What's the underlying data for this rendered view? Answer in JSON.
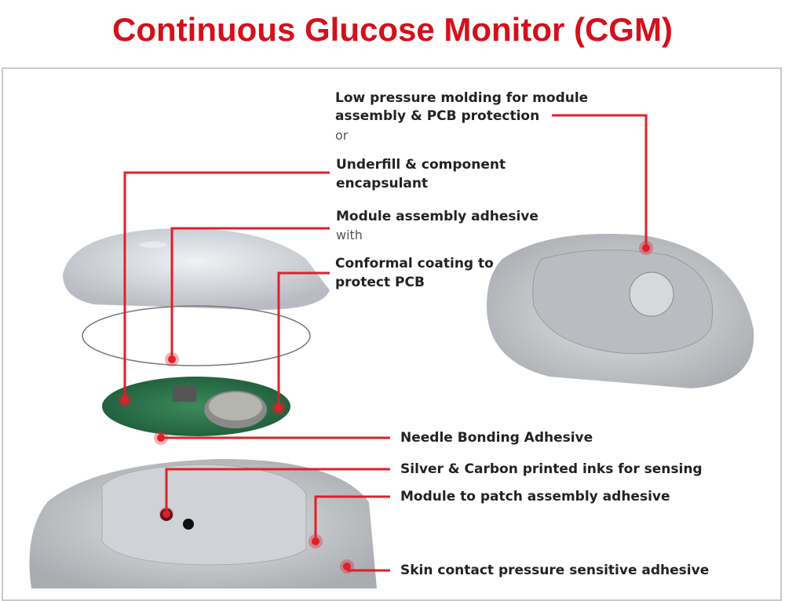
{
  "title": "Continuous Glucose Monitor (CGM)",
  "labels": {
    "low_pressure_1": "Low pressure molding for module",
    "low_pressure_2": "assembly & PCB protection",
    "or": "or",
    "underfill_1": "Underfill & component",
    "underfill_2": "encapsulant",
    "module_adhesive": "Module assembly adhesive",
    "with": "with",
    "conformal_1": "Conformal coating to",
    "conformal_2": "protect PCB",
    "needle": "Needle Bonding Adhesive",
    "inks": "Silver & Carbon printed inks for sensing",
    "module_patch": "Module to patch assembly adhesive",
    "skin": "Skin contact pressure sensitive adhesive"
  },
  "colors": {
    "accent": "#e0202a",
    "title": "#d4101c"
  }
}
